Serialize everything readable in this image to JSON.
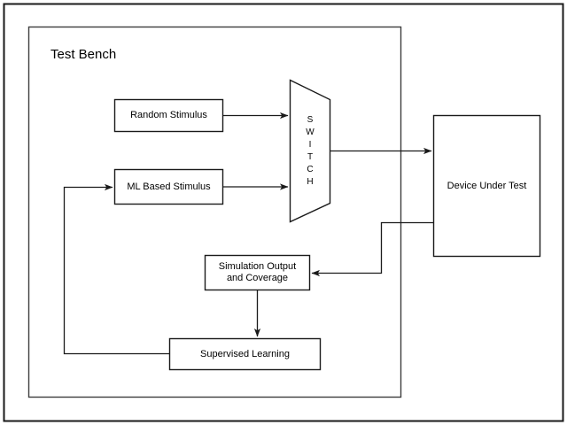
{
  "figure": {
    "title": "Test Bench",
    "outer_frame": {
      "label": "outer-frame"
    },
    "stroke_color": "#1a1a1a",
    "fill_color": "#ffffff",
    "background": "#ffffff"
  },
  "nodes": {
    "random_stimulus": {
      "label": "Random Stimulus"
    },
    "ml_based_stimulus": {
      "label": "ML Based Stimulus"
    },
    "switch": {
      "label": "SWITCH",
      "letters": [
        "S",
        "W",
        "I",
        "T",
        "C",
        "H"
      ]
    },
    "device_under_test": {
      "label": "Device Under Test"
    },
    "simulation_output": {
      "label": "Simulation Output\nand Coverage"
    },
    "supervised_learning": {
      "label": "Supervised Learning"
    }
  },
  "edges": [
    {
      "name": "random-stimulus-to-switch",
      "from": "Random Stimulus",
      "to": "SWITCH"
    },
    {
      "name": "ml-stimulus-to-switch",
      "from": "ML Based Stimulus",
      "to": "SWITCH"
    },
    {
      "name": "switch-to-dut",
      "from": "SWITCH",
      "to": "Device Under Test"
    },
    {
      "name": "dut-to-simulation-output",
      "from": "Device Under Test",
      "to": "Simulation Output and Coverage"
    },
    {
      "name": "simulation-output-to-supervised-learning",
      "from": "Simulation Output and Coverage",
      "to": "Supervised Learning"
    },
    {
      "name": "supervised-learning-to-ml-stimulus",
      "from": "Supervised Learning",
      "to": "ML Based Stimulus"
    }
  ]
}
